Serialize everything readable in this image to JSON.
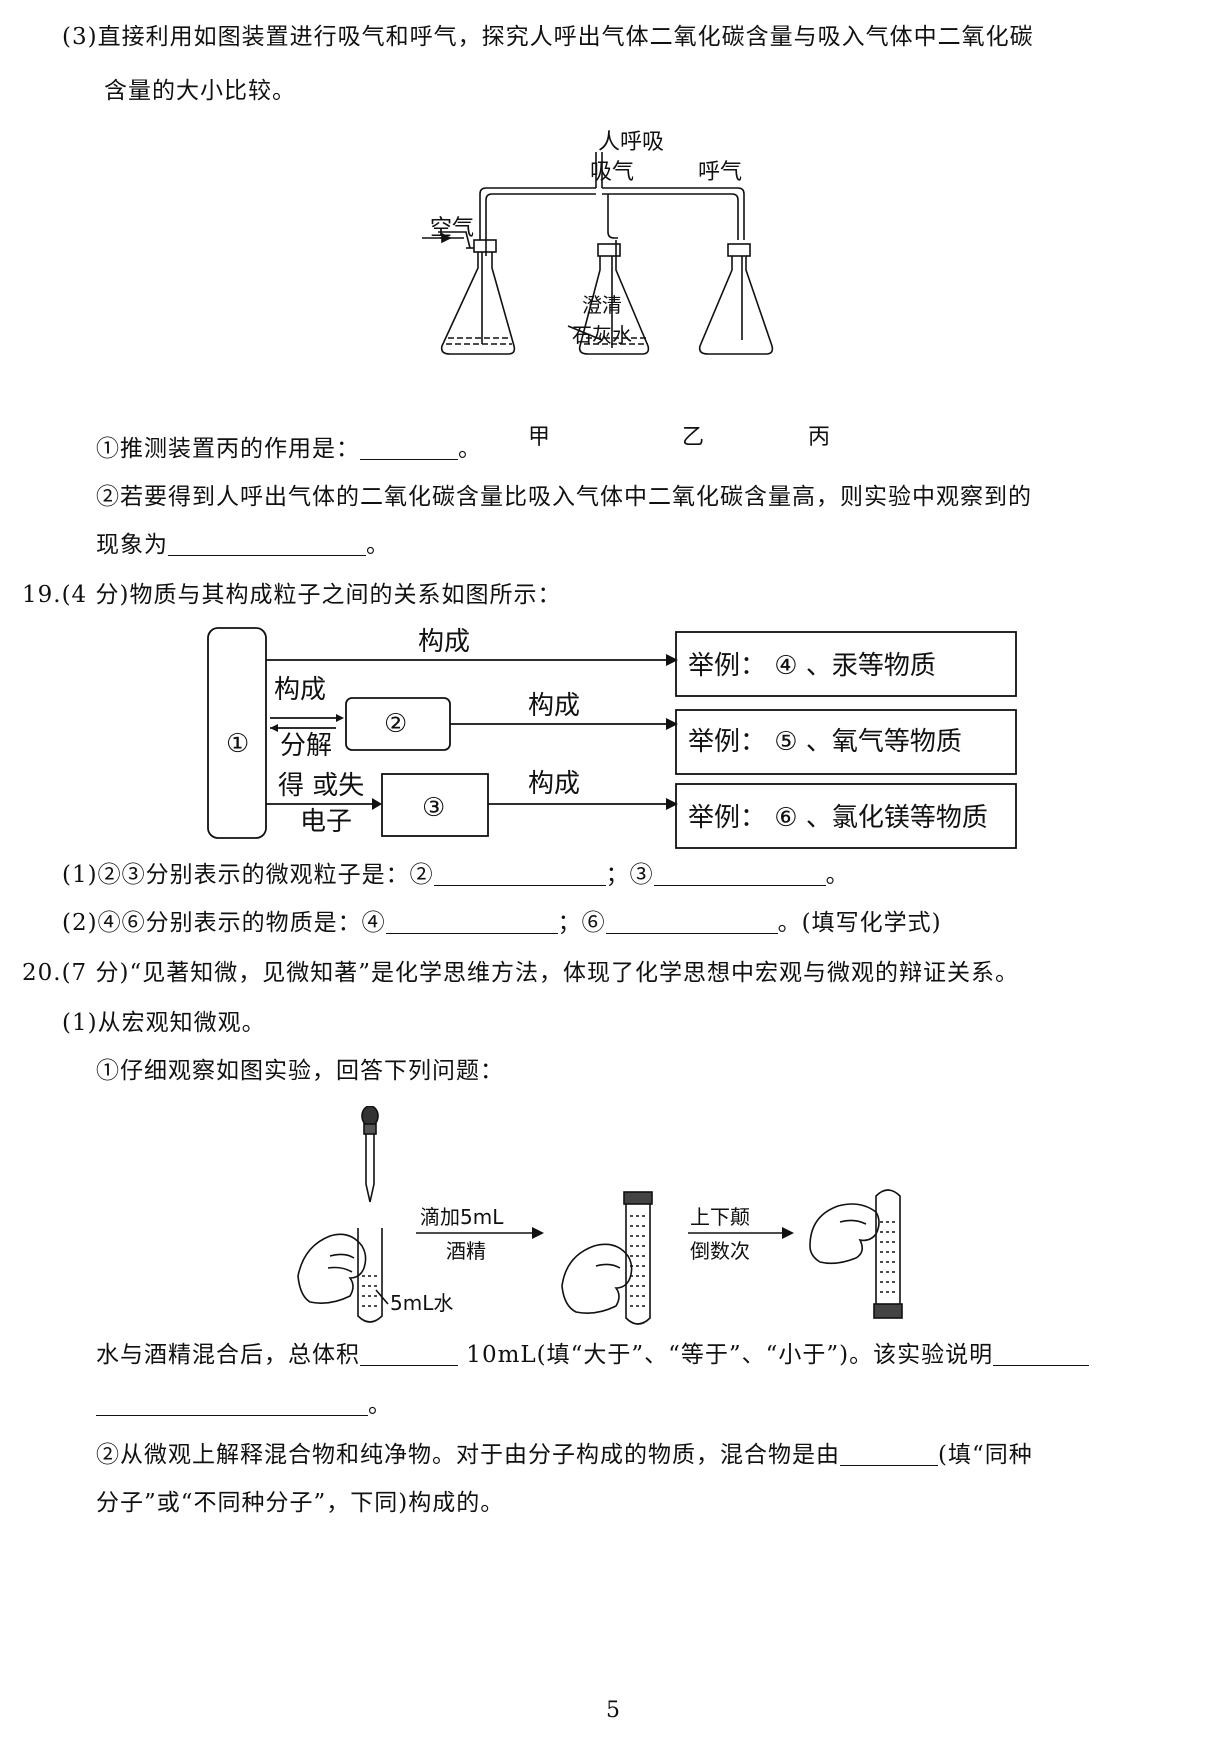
{
  "q18_3": {
    "intro_1": "(3)直接利用如图装置进行吸气和呼气，探究人呼出气体二氧化碳含量与吸入气体中二氧化碳",
    "intro_2": "含量的大小比较。",
    "diagram": {
      "person_label": "人呼吸",
      "inhale_label": "吸气",
      "exhale_label": "呼气",
      "air_label": "空气",
      "limewater_1": "澄清",
      "limewater_2": "石灰水",
      "flask_a": "甲",
      "flask_b": "乙",
      "flask_c": "丙"
    },
    "sub1_text": "①推测装置丙的作用是：",
    "sub1_end": "。",
    "sub2_text_1": "②若要得到人呼出气体的二氧化碳含量比吸入气体中二氧化碳含量高，则实验中观察到的",
    "sub2_text_2": "现象为",
    "sub2_end": "。"
  },
  "q19": {
    "title": "19.(4 分)物质与其构成粒子之间的关系如图所示：",
    "diagram": {
      "box1": "①",
      "box2": "②",
      "box3": "③",
      "arrow_top": "构成",
      "arrow_mid": "构成",
      "arrow_bot": "构成",
      "compose": "构成",
      "decompose": "分解",
      "gain_lose_1": "得 或失",
      "gain_lose_2": "电子",
      "example1": "举例： ④  、汞等物质",
      "example2": "举例： ⑤  、氧气等物质",
      "example3": "举例： ⑥  、氯化镁等物质"
    },
    "sub1_a": "(1)②③分别表示的微观粒子是：②",
    "sub1_b": "；③",
    "sub1_end": "。",
    "sub2_a": "(2)④⑥分别表示的物质是：④",
    "sub2_b": "；⑥",
    "sub2_end": "。(填写化学式)"
  },
  "q20": {
    "title": "20.(7 分)“见著知微，见微知著”是化学思维方法，体现了化学思想中宏观与微观的辩证关系。",
    "part1": "(1)从宏观知微观。",
    "sub1": "①仔细观察如图实验，回答下列问题：",
    "diagram": {
      "arrow1_1": "滴加5mL",
      "arrow1_2": "酒精",
      "arrow2_1": "上下颠",
      "arrow2_2": "倒数次",
      "water_label": "5mL水"
    },
    "q_a": "水与酒精混合后，总体积",
    "q_b": " 10mL(填“大于”、“等于”、“小于”)。该实验说明",
    "q_end": "。",
    "sub2_a": "②从微观上解释混合物和纯净物。对于由分子构成的物质，混合物是由",
    "sub2_b": "(填“同种",
    "sub2_c": "分子”或“不同种分子”，下同)构成的。"
  },
  "page_number": "5"
}
